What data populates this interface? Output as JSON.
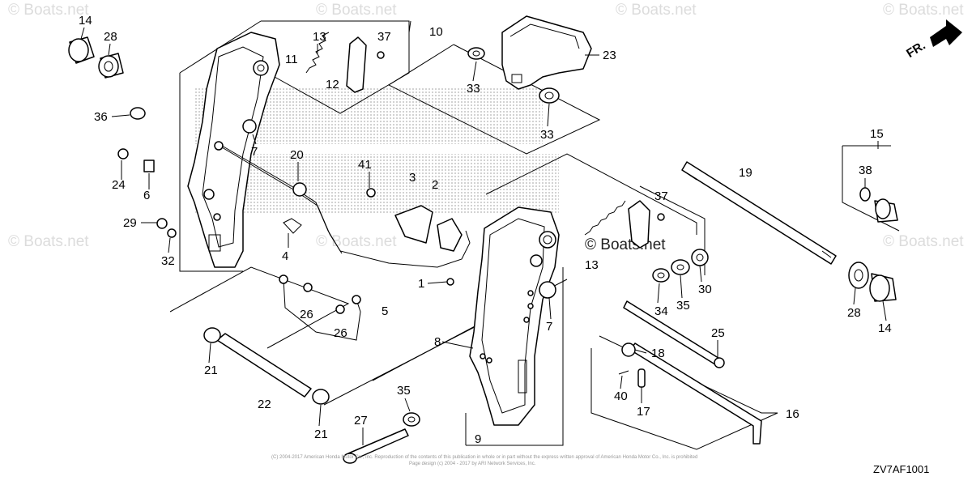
{
  "diagram": {
    "code": "ZV7AF1001",
    "direction_label": "FR.",
    "watermark": "© Boats.net",
    "copyright_line1": "(C) 2004-2017 American Honda Motor Co., Inc. Reproduction of the contents of this publication in whole or in part without the express written approval of American Honda Motor Co., Inc. is prohibited",
    "copyright_line2": "Page design (c) 2004 - 2017 by ARI Network Services, Inc.",
    "callouts": {
      "c14a": "14",
      "c28a": "28",
      "c13a": "13",
      "c37a": "37",
      "c10": "10",
      "c11": "11",
      "c12": "12",
      "c36": "36",
      "c7a": "7",
      "c20": "20",
      "c24": "24",
      "c6": "6",
      "c41": "41",
      "c3": "3",
      "c2": "2",
      "c29": "29",
      "c4": "4",
      "c32": "32",
      "c1": "1",
      "c26a": "26",
      "c5": "5",
      "c26b": "26",
      "c23": "23",
      "c33a": "33",
      "c33b": "33",
      "c15": "15",
      "c38": "38",
      "c19": "19",
      "c37b": "37",
      "c13b": "13",
      "c30": "30",
      "c34": "34",
      "c35a": "35",
      "c7b": "7",
      "c28b": "28",
      "c14b": "14",
      "c8": "8",
      "c25": "25",
      "c18": "18",
      "c40": "40",
      "c17": "17",
      "c16": "16",
      "c21a": "21",
      "c22": "22",
      "c21b": "21",
      "c35b": "35",
      "c27": "27",
      "c9": "9"
    }
  }
}
